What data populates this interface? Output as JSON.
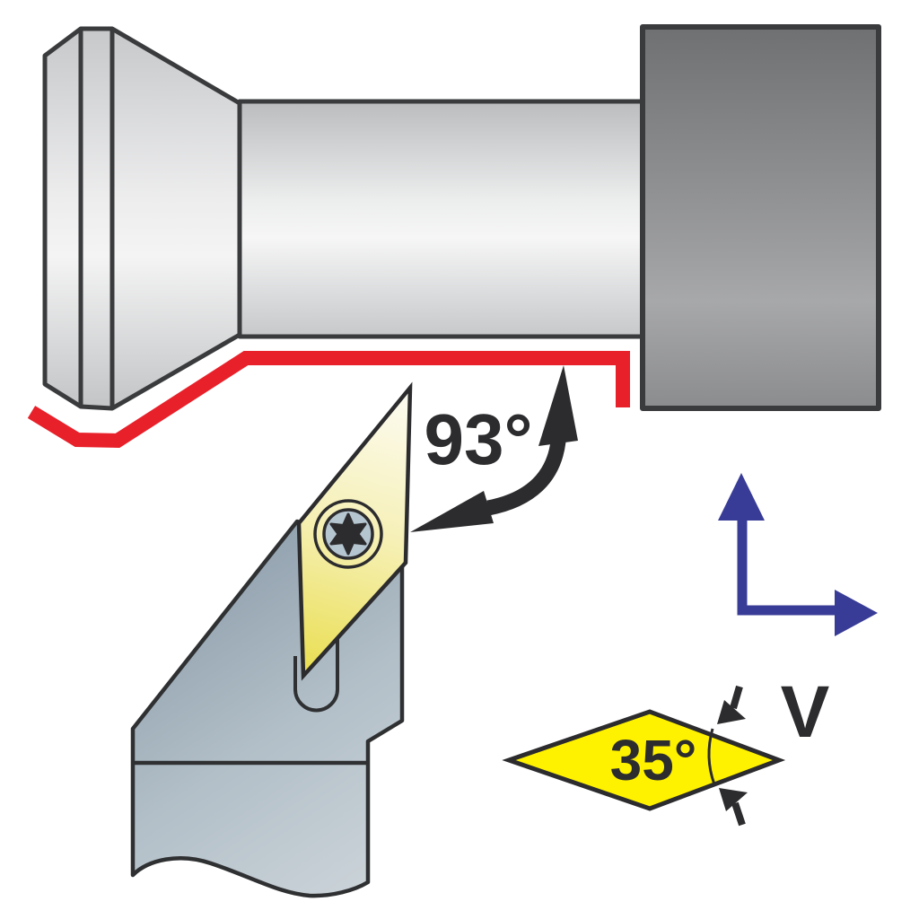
{
  "figure": {
    "kind": "technical-diagram",
    "subject": "lathe-external-turning-tool-with-v-insert"
  },
  "labels": {
    "approach_angle": "93°",
    "insert_point_angle": "35°",
    "insert_code": "V"
  },
  "colors": {
    "toolpath_red": "#e8202a",
    "axis_blue": "#383c96",
    "insert_symbol_yellow": "#fff200",
    "ink_black": "#2c2c2e",
    "screw_center_blue": "#b6c6d1"
  },
  "elements": [
    {
      "name": "workpiece-cone"
    },
    {
      "name": "workpiece-cylinder"
    },
    {
      "name": "chuck-block"
    },
    {
      "name": "machined-profile-toolpath"
    },
    {
      "name": "tool-holder"
    },
    {
      "name": "v-shaped-insert"
    },
    {
      "name": "torx-screw"
    },
    {
      "name": "approach-angle-arrow"
    },
    {
      "name": "feed-axis-arrows"
    },
    {
      "name": "insert-shape-symbol"
    }
  ]
}
